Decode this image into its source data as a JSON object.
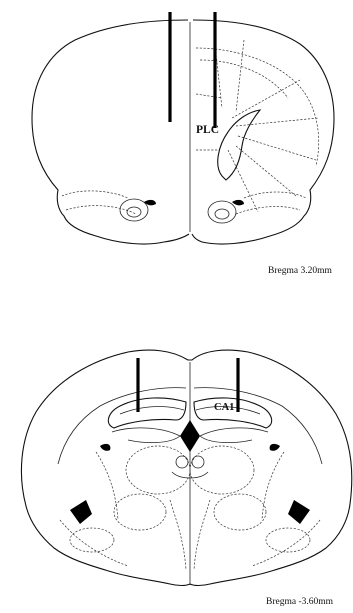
{
  "figure": {
    "top_section": {
      "region_label": "PLC",
      "caption": "Bregma 3.20mm"
    },
    "bottom_section": {
      "region_label": "CA1",
      "caption": "Bregma -3.60mm"
    }
  }
}
